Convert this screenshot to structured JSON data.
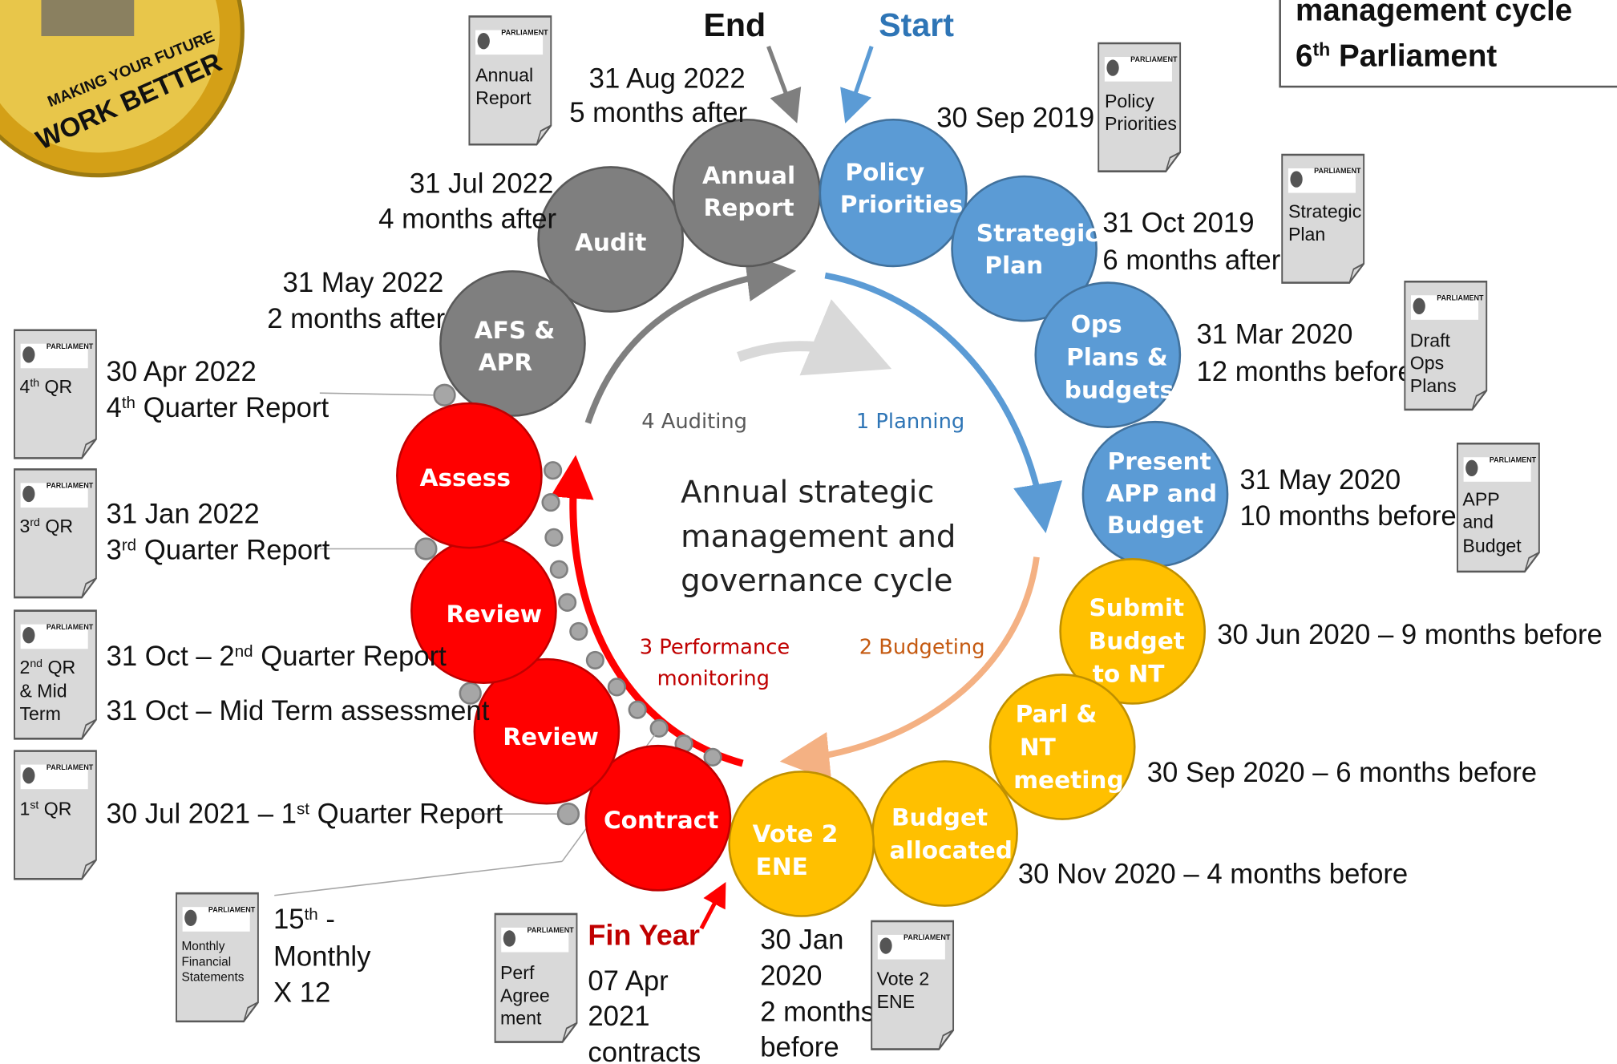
{
  "title": {
    "line1": "management cycle",
    "line2_main": "6",
    "line2_sup": "th",
    "line2_rest": " Parliament"
  },
  "logo": {
    "line1": "MAKING YOUR FUTURE",
    "line2": "WORK BETTER"
  },
  "markers": {
    "end": "End",
    "start": "Start"
  },
  "center": {
    "line1": "Annual strategic",
    "line2": "management and",
    "line3": "governance cycle"
  },
  "phases": {
    "auditing": "4 Auditing",
    "planning": "1 Planning",
    "budgeting": "2 Budgeting",
    "perf1": "3 Performance",
    "perf2": "monitoring"
  },
  "colors": {
    "grey": "#7f7f7f",
    "blue": "#5b9bd5",
    "gold": "#ffc000",
    "red": "#ff0000",
    "orange_arrow": "#f4b183",
    "dark_red": "#c00000",
    "blue_text": "#2e75b6",
    "orange_text": "#c55a11"
  },
  "circles": {
    "annual_report": {
      "l1": "Annual",
      "l2": "Report"
    },
    "policy": {
      "l1": "Policy",
      "l2": "Priorities"
    },
    "strategic": {
      "l1": "Strategic",
      "l2": "Plan"
    },
    "ops": {
      "l1": "Ops",
      "l2": "Plans &",
      "l3": "budgets"
    },
    "present": {
      "l1": "Present",
      "l2": "APP and",
      "l3": "Budget"
    },
    "submit": {
      "l1": "Submit",
      "l2": "Budget",
      "l3": "to NT"
    },
    "parl": {
      "l1": "Parl &",
      "l2": "NT",
      "l3": "meeting"
    },
    "allocated": {
      "l1": "Budget",
      "l2": "allocated"
    },
    "vote": {
      "l1": "Vote 2",
      "l2": "ENE"
    },
    "contract": {
      "l1": "Contract"
    },
    "review2": {
      "l1": "Review"
    },
    "review1": {
      "l1": "Review"
    },
    "assess": {
      "l1": "Assess"
    },
    "afs": {
      "l1": "AFS &",
      "l2": "APR"
    },
    "audit": {
      "l1": "Audit"
    }
  },
  "dates": {
    "annual_report": {
      "l1": "31 Aug 2022",
      "l2": "5 months after"
    },
    "audit": {
      "l1": "31 Jul 2022",
      "l2": "4 months after"
    },
    "afs": {
      "l1": "31 May 2022",
      "l2": "2 months after"
    },
    "policy": {
      "l1": "30 Sep 2019"
    },
    "strategic": {
      "l1": "31 Oct 2019",
      "l2": "6 months after"
    },
    "ops": {
      "l1": "31 Mar 2020",
      "l2": "12 months before"
    },
    "present": {
      "l1": "31 May 2020",
      "l2": "10 months before"
    },
    "submit": {
      "l1": "30 Jun 2020 – 9 months before"
    },
    "parl": {
      "l1": "30 Sep 2020 – 6 months before"
    },
    "allocated": {
      "l1": "30 Nov 2020 – 4 months before"
    },
    "vote": {
      "l1": "30 Jan",
      "l2": "2020",
      "l3": "2 months",
      "l4": "before"
    },
    "fin_year": {
      "label": "Fin Year",
      "l1": "07 Apr",
      "l2": "2021",
      "l3": "contracts"
    },
    "monthly": {
      "l1_main": "15",
      "l1_sup": "th",
      "l1_rest": " -",
      "l2": "Monthly",
      "l3": "X 12"
    },
    "q4": {
      "l1": "30 Apr 2022",
      "l2_main": "4",
      "l2_sup": "th",
      "l2_rest": " Quarter Report"
    },
    "q3": {
      "l1": "31 Jan 2022",
      "l2_main": "3",
      "l2_sup": "rd",
      "l2_rest": " Quarter Report"
    },
    "q2": {
      "pre": "31 Oct –  2",
      "sup": "nd",
      "rest": " Quarter Report"
    },
    "mid": {
      "l1": "31 Oct –  Mid Term assessment"
    },
    "q1": {
      "pre": "30 Jul 2021 – 1",
      "sup": "st",
      "rest": " Quarter Report"
    }
  },
  "docs": {
    "header": "PARLIAMENT",
    "annual_report": {
      "l1": "Annual",
      "l2": "Report"
    },
    "policy": {
      "l1": "Policy",
      "l2": "Priorities"
    },
    "strategic": {
      "l1": "Strategic",
      "l2": "Plan"
    },
    "draft_ops": {
      "l1": "Draft",
      "l2": "Ops",
      "l3": "Plans"
    },
    "app": {
      "l1": "APP",
      "l2": "and",
      "l3": "Budget"
    },
    "vote": {
      "l1": "Vote 2",
      "l2": "ENE"
    },
    "perf": {
      "l1": "Perf",
      "l2": "Agree",
      "l3": "ment"
    },
    "monthly": {
      "l1": "Monthly",
      "l2": "Financial",
      "l3": "Statements"
    },
    "q4": {
      "main": "4",
      "sup": "th",
      "rest": " QR"
    },
    "q3": {
      "main": "3",
      "sup": "rd",
      "rest": " QR"
    },
    "q2": {
      "main": "2",
      "sup": "nd",
      "rest": " QR",
      "l2": "& Mid",
      "l3": "Term"
    },
    "q1": {
      "main": "1",
      "sup": "st",
      "rest": " QR"
    }
  }
}
